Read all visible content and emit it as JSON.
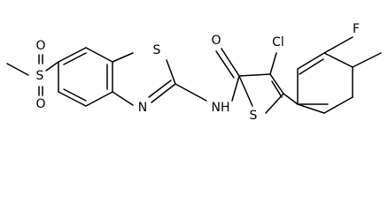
{
  "atoms": {
    "s_sulfonyl": "S",
    "o_sulfonyl_top": "O",
    "o_sulfonyl_bottom": "O",
    "s_thiazole": "S",
    "n_thiazole": "N",
    "n_amide": "NH",
    "o_amide": "O",
    "cl": "Cl",
    "f": "F",
    "s_thiophene": "S"
  }
}
